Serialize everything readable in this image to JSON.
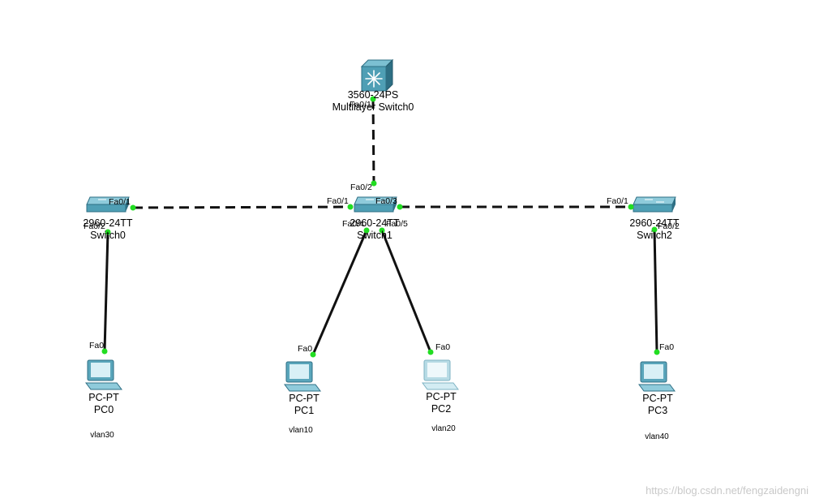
{
  "devices": {
    "mls0": {
      "model": "3560-24PS",
      "name": "Multilayer Switch0"
    },
    "switch0": {
      "model": "2960-24TT",
      "name": "Switch0"
    },
    "switch1": {
      "model": "2960-24TT",
      "name": "Switch1"
    },
    "switch2": {
      "model": "2960-24TT",
      "name": "Switch2"
    },
    "pc0": {
      "model": "PC-PT",
      "name": "PC0",
      "vlan": "vlan30"
    },
    "pc1": {
      "model": "PC-PT",
      "name": "PC1",
      "vlan": "vlan10"
    },
    "pc2": {
      "model": "PC-PT",
      "name": "PC2",
      "vlan": "vlan20"
    },
    "pc3": {
      "model": "PC-PT",
      "name": "PC3",
      "vlan": "vlan40"
    }
  },
  "ports": {
    "mls0_sw1": "Fa0/1",
    "sw1_mls0": "Fa0/2",
    "sw0_sw1": "Fa0/1",
    "sw1_sw0": "Fa0/1",
    "sw1_sw2": "Fa0/3",
    "sw2_sw1": "Fa0/1",
    "sw0_pc0": "Fa0/2",
    "pc0": "Fa0",
    "sw1_pc1": "Fa0/4",
    "pc1": "Fa0",
    "sw1_pc2": "Fa0/5",
    "pc2": "Fa0",
    "sw2_pc3": "Fa0/2",
    "pc3": "Fa0"
  },
  "links": [
    {
      "from": "Multilayer Switch0 Fa0/1",
      "to": "Switch1 Fa0/2",
      "type": "crossover"
    },
    {
      "from": "Switch0 Fa0/1",
      "to": "Switch1 Fa0/1",
      "type": "crossover"
    },
    {
      "from": "Switch1 Fa0/3",
      "to": "Switch2 Fa0/1",
      "type": "crossover"
    },
    {
      "from": "Switch0 Fa0/2",
      "to": "PC0 Fa0",
      "type": "straight"
    },
    {
      "from": "Switch1 Fa0/4",
      "to": "PC1 Fa0",
      "type": "straight"
    },
    {
      "from": "Switch1 Fa0/5",
      "to": "PC2 Fa0",
      "type": "straight"
    },
    {
      "from": "Switch2 Fa0/2",
      "to": "PC3 Fa0",
      "type": "straight"
    }
  ],
  "colors": {
    "link": "#111111",
    "port_dot": "#22dd22",
    "device": "#4f9fb5",
    "device_dark": "#2e6f84"
  },
  "icons": {
    "switch": "switch-icon",
    "multilayer_switch": "multilayer-switch-icon",
    "pc": "pc-icon"
  },
  "watermark": "https://blog.csdn.net/fengzaidengni"
}
